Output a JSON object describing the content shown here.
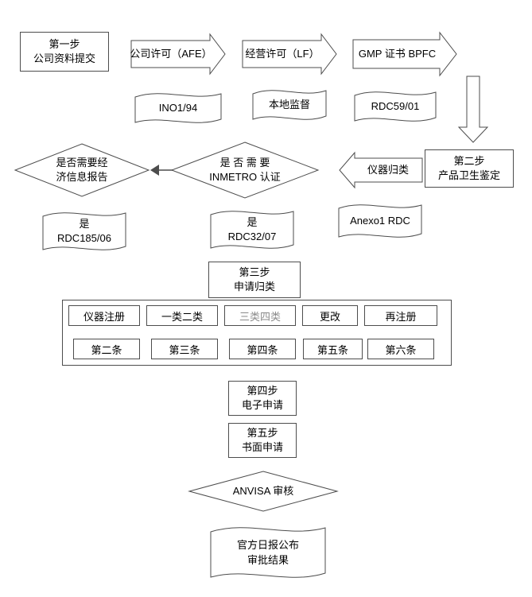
{
  "diagram": {
    "step1": {
      "line1": "第一步",
      "line2": "公司资料提交"
    },
    "arrows": [
      {
        "label": "公司许可（AFE）"
      },
      {
        "label": "经营许可（LF）"
      },
      {
        "label": "GMP 证书 BPFC"
      }
    ],
    "docs_top": [
      {
        "label": "INO1/94"
      },
      {
        "label": "本地监督"
      },
      {
        "label": "RDC59/01"
      }
    ],
    "step2": {
      "line1": "第二步",
      "line2": "产品卫生鉴定"
    },
    "instrument_arrow": "仪器归类",
    "diamond_inmetro": {
      "line1": "是 否 需 要",
      "line2": "INMETRO 认证"
    },
    "diamond_econ": {
      "line1": "是否需要经",
      "line2": "济信息报告"
    },
    "doc_econ": {
      "line1": "是",
      "line2": "RDC185/06"
    },
    "doc_inmetro": {
      "line1": "是",
      "line2": "RDC32/07"
    },
    "doc_anexo": {
      "label": "Anexo1 RDC"
    },
    "step3": {
      "line1": "第三步",
      "line2": "申请归类"
    },
    "grid_row1": [
      "仪器注册",
      "一类二类",
      "三类四类",
      "更改",
      "再注册"
    ],
    "grid_row2": [
      "第二条",
      "第三条",
      "第四条",
      "第五条",
      "第六条"
    ],
    "step4": {
      "line1": "第四步",
      "line2": "电子申请"
    },
    "step5": {
      "line1": "第五步",
      "line2": "书面申请"
    },
    "diamond_anvisa": "ANVISA 审核",
    "doc_final": {
      "line1": "官方日报公布",
      "line2": "审批结果"
    }
  },
  "colors": {
    "outline": "#4d4d4d",
    "text": "#000000",
    "muted_text": "#8a8a8a"
  }
}
